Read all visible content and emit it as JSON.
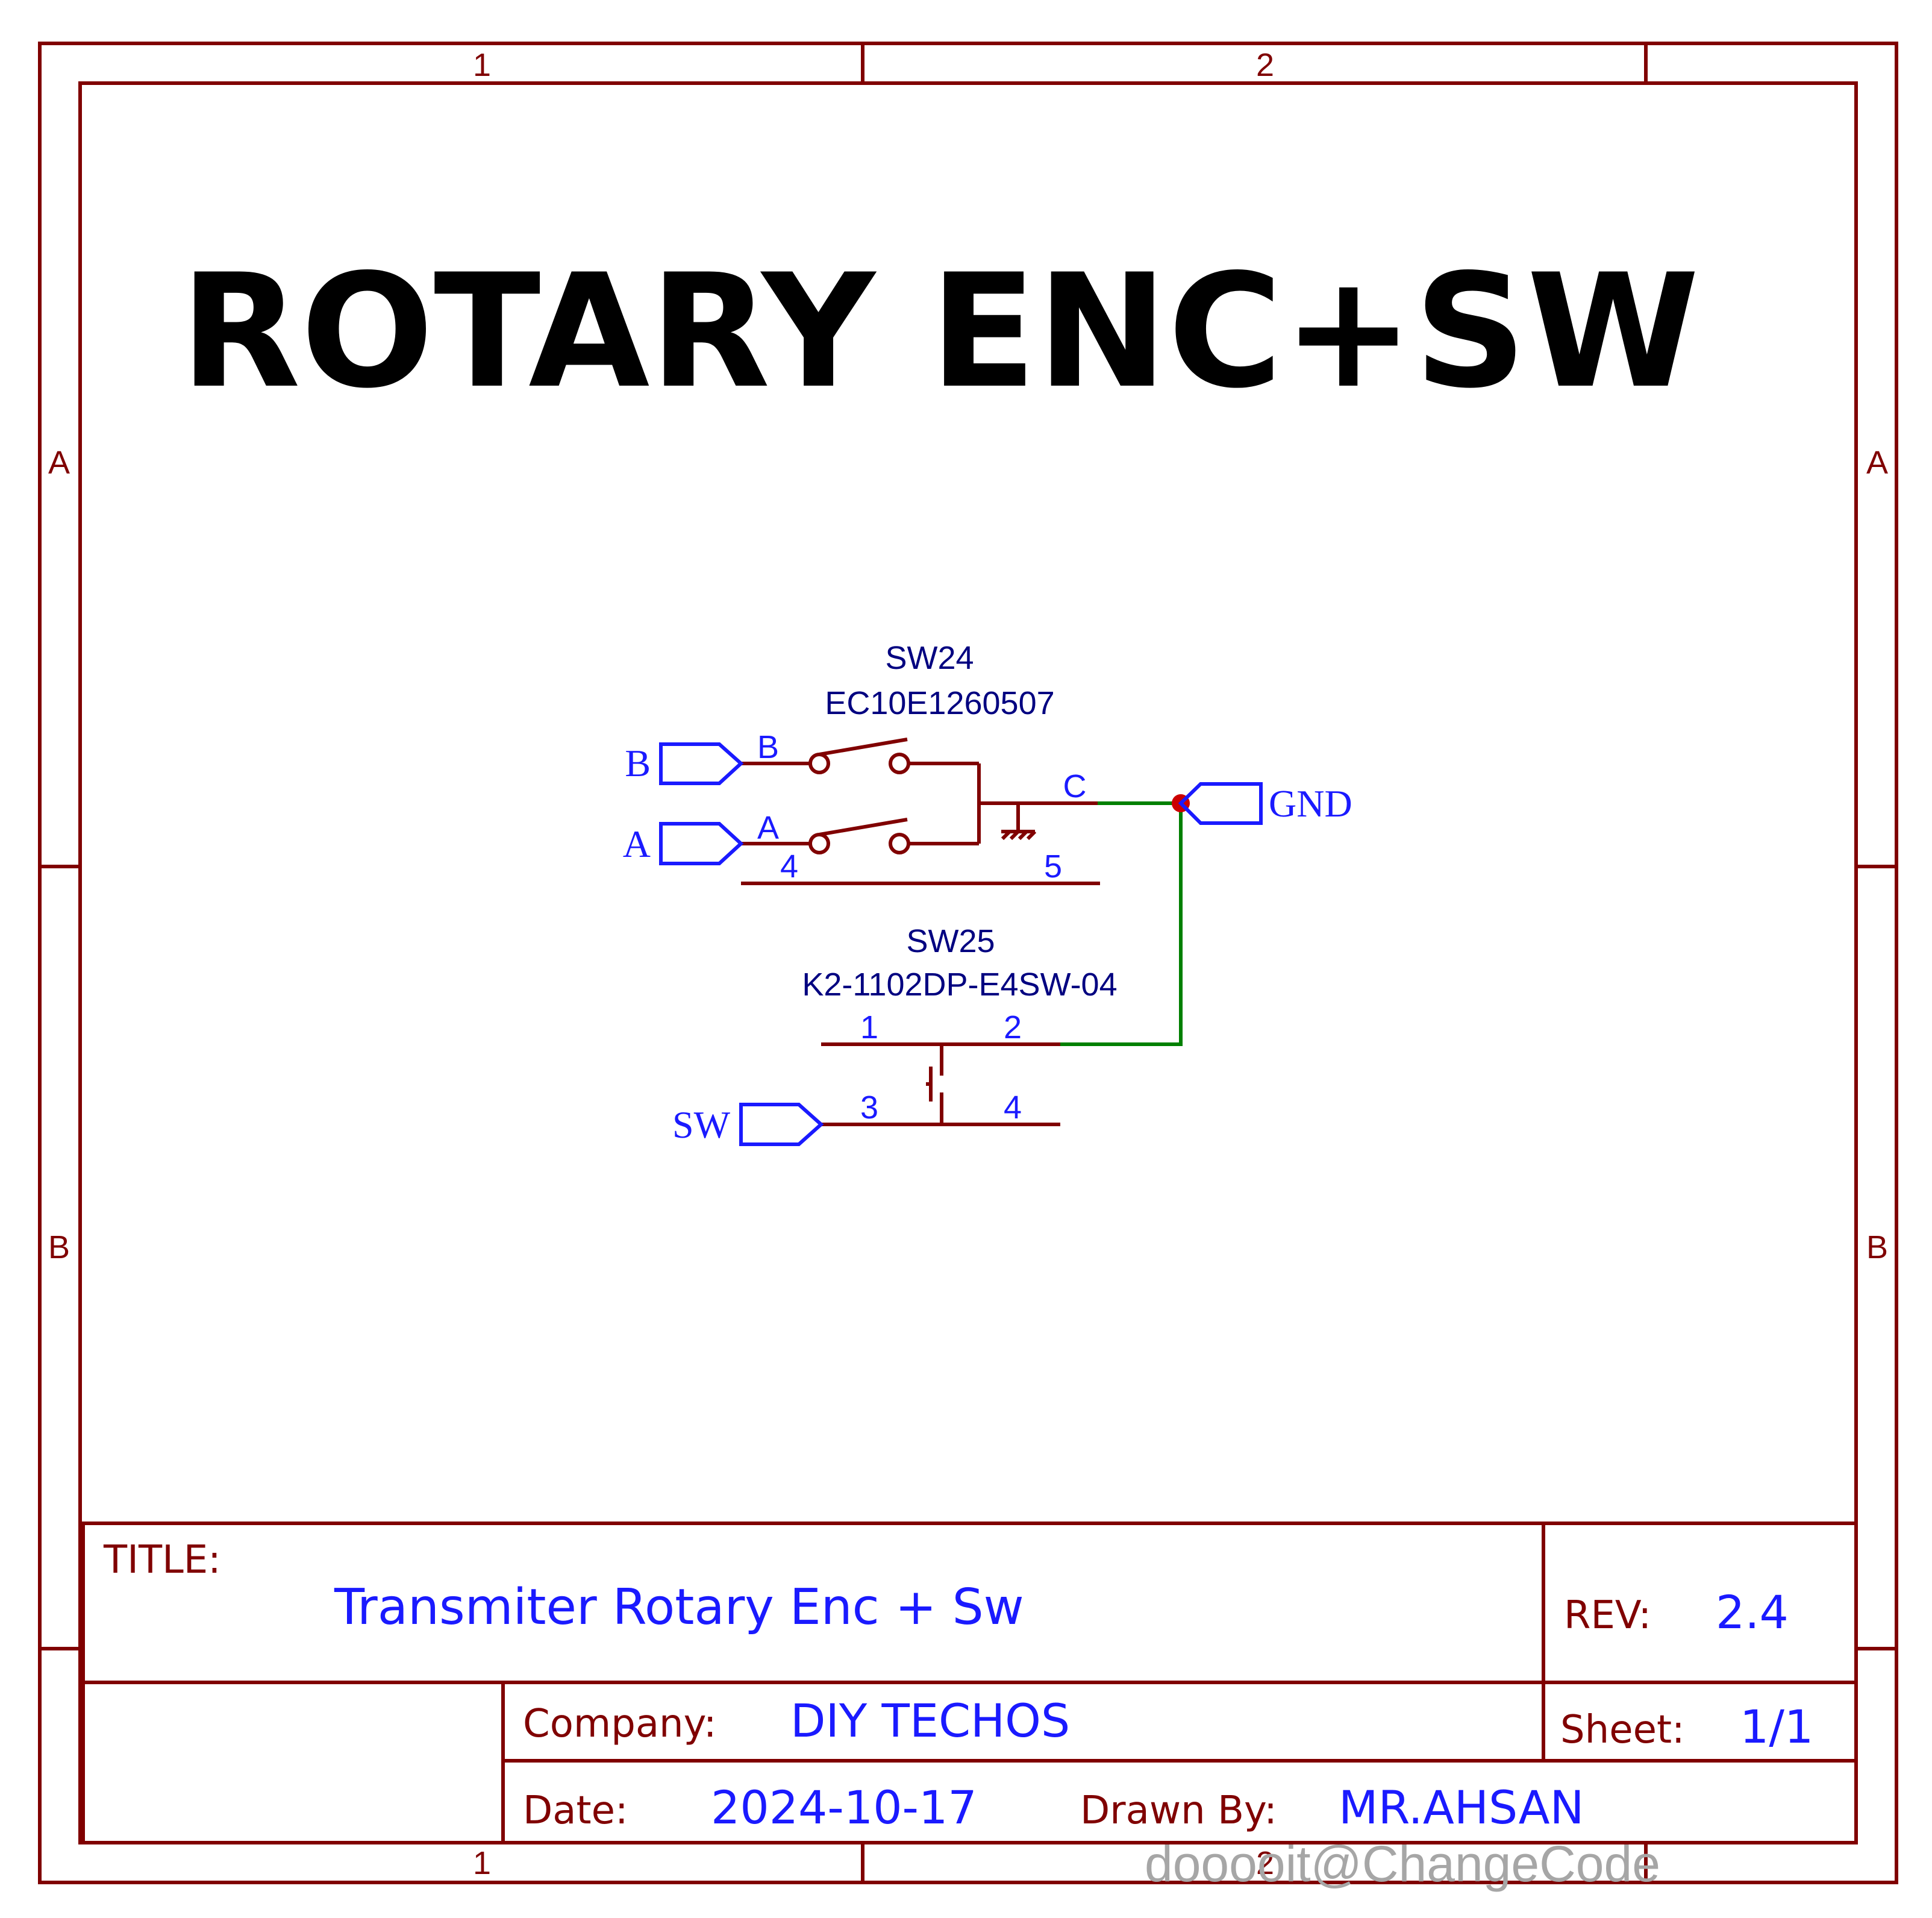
{
  "colors": {
    "frame": "#800000",
    "net_label": "#1a1aff",
    "part_text": "#000080",
    "wire": "#008000",
    "junction": "#cc0000",
    "heading": "#000000",
    "watermark": "#a6a6a6"
  },
  "frame": {
    "column_labels": [
      "1",
      "2"
    ],
    "row_labels": [
      "A",
      "B"
    ]
  },
  "heading": "ROTARY ENC+SW",
  "parts": {
    "sw24": {
      "designator": "SW24",
      "part_number": "EC10E1260507"
    },
    "sw25": {
      "designator": "SW25",
      "part_number": "K2-1102DP-E4SW-04"
    }
  },
  "pins": {
    "sw24_b": "B",
    "sw24_a": "A",
    "sw24_c": "C",
    "sw24_4": "4",
    "sw24_5": "5",
    "sw25_1": "1",
    "sw25_2": "2",
    "sw25_3": "3",
    "sw25_4": "4"
  },
  "net_ports": {
    "b": "B",
    "a": "A",
    "gnd": "GND",
    "sw": "SW"
  },
  "title_block": {
    "title_label": "TITLE:",
    "title_value": "Transmiter Rotary Enc + Sw",
    "rev_label": "REV:",
    "rev_value": "2.4",
    "company_label": "Company:",
    "company_value": "DIY TECHOS",
    "sheet_label": "Sheet:",
    "sheet_value": "1/1",
    "date_label": "Date:",
    "date_value": "2024-10-17",
    "drawn_label": "Drawn By:",
    "drawn_value": "MR.AHSAN"
  },
  "watermark": "dooooit@ChangeCode"
}
